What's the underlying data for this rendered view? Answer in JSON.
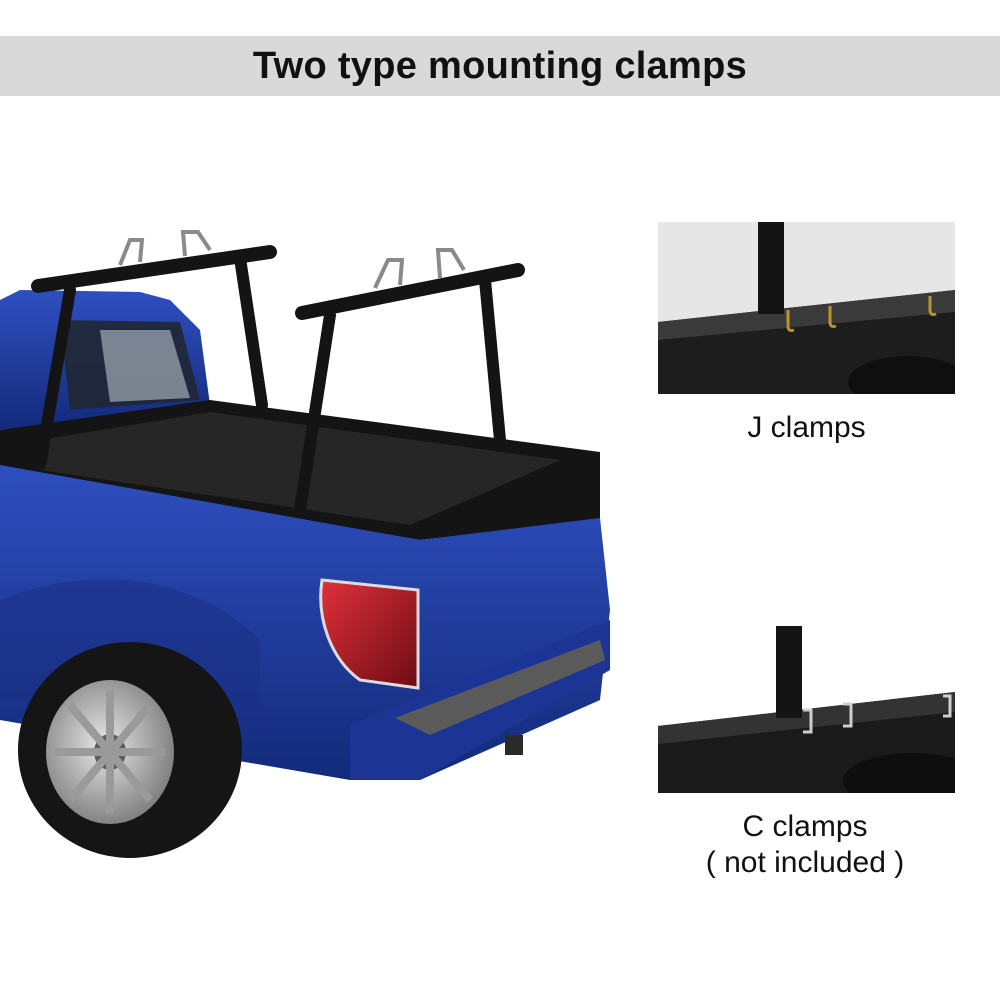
{
  "banner": {
    "title": "Two type mounting clamps"
  },
  "photos": {
    "truck": "truck-with-ladder-rack-photo",
    "j_clamp": "j-clamp-detail-photo",
    "c_clamp": "c-clamp-detail-photo"
  },
  "captions": {
    "j_clamp": "J clamps",
    "c_clamp_line1": "C clamps",
    "c_clamp_line2": "( not included )"
  },
  "colors": {
    "banner_bg": "#d9d9d9",
    "truck_body": "#1e3a9e",
    "rack": "#141414",
    "tail_light": "#b41c26"
  }
}
